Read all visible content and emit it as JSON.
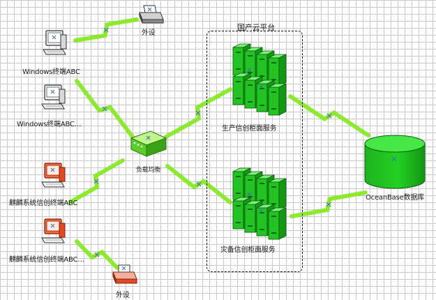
{
  "cloud": {
    "title": "国产云平台"
  },
  "nodes": {
    "win1": {
      "label": "Windows终端ABC"
    },
    "win2": {
      "label": "Windows终端ABC…"
    },
    "printer_top": {
      "label": "外设"
    },
    "kylin1": {
      "label": "麒麟系统信创终端ABC"
    },
    "kylin2": {
      "label": "麒麟系统信创终端ABC…"
    },
    "printer_bottom": {
      "label": "外设"
    },
    "balancer": {
      "label": "负载均衡"
    },
    "prod_cabinet": {
      "label": "生产信创柜面服务"
    },
    "dr_cabinet": {
      "label": "灾备信创柜面服务"
    },
    "database": {
      "label": "OceanBase数据库"
    }
  },
  "colors": {
    "server_green": "#22c322",
    "link_green": "#88ee22",
    "kylin_red": "#dd3a1a"
  }
}
